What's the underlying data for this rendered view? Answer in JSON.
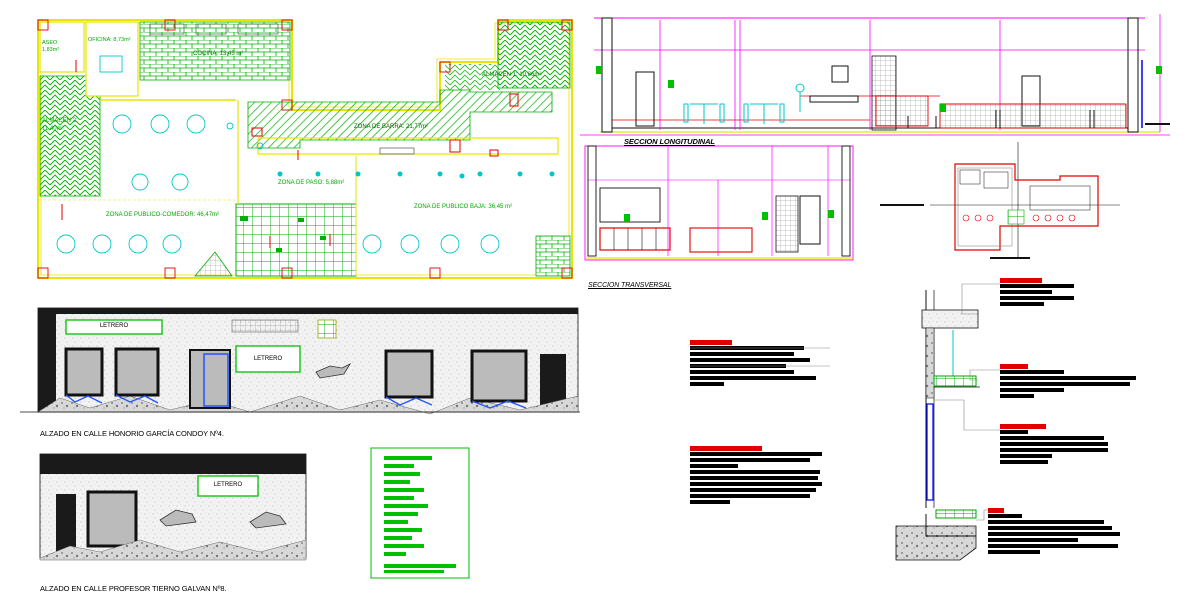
{
  "plan_labels": {
    "aseo": "ASEO\n1,83m²",
    "oficina": "OFICINA: 8,73m²",
    "cocina": "COCINA: 13,45 m²",
    "almacen1": "ALMACEN 1: 10,86m²",
    "almacen2": "ALMACEN 2:\n11,40m²",
    "zona_barra": "ZONA DE BARRA: 21,77m²",
    "zona_paso": "ZONA DE PASO: 5,88m²",
    "zona_comedor": "ZONA DE PUBLICO-COMEDOR: 46,47m²",
    "zona_baja": "ZONA DE PUBLICO BAJA: 36,45 m²"
  },
  "captions": {
    "seccion_longitudinal": "SECCION LONGITUDINAL",
    "seccion_transversal": "SECCION TRANSVERSAL",
    "alzado_1": "ALZADO EN CALLE HONORIO GARCÍA CONDOY Nº4.",
    "alzado_2": "ALZADO EN CALLE PROFESOR TIERNO GALVAN Nº8."
  },
  "signs": {
    "letrero": "LETRERO"
  },
  "colors": {
    "wall": "#00d000",
    "magenta": "#ff00ff",
    "red": "#e00000",
    "yellow": "#e6e600",
    "cyan": "#00c8c8",
    "blue": "#0000ff",
    "dark": "#1a1a1a"
  }
}
